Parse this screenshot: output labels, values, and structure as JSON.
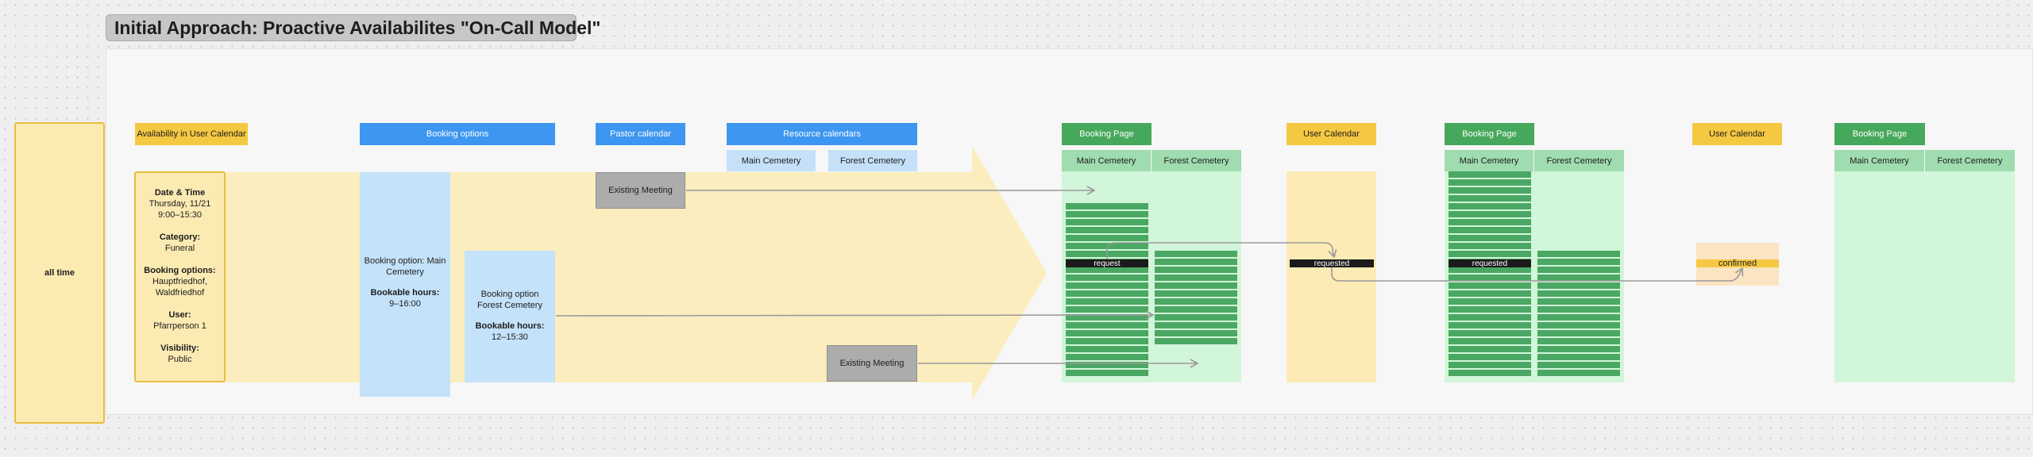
{
  "title": "Initial Approach: Proactive Availabilites \"On-Call Model\"",
  "left_label": "all time",
  "headers": {
    "availability": "Availability in User Calendar",
    "booking_options": "Booking options",
    "pastor_calendar": "Pastor calendar",
    "resource_calendars": "Resource calendars",
    "booking_page_1": "Booking Page",
    "user_calendar_1": "User Calendar",
    "booking_page_2": "Booking Page",
    "user_calendar_2": "User Calendar",
    "booking_page_3": "Booking Page"
  },
  "resource_columns": {
    "main": "Main Cemetery",
    "forest": "Forest Cemetery"
  },
  "details": {
    "datetime_label": "Date & Time",
    "datetime_value1": "Thursday, 11/21",
    "datetime_value2": "9:00–15:30",
    "category_label": "Category:",
    "category_value": "Funeral",
    "options_label": "Booking options:",
    "options_value1": "Hauptfriedhof,",
    "options_value2": "Waldfriedhof",
    "user_label": "User:",
    "user_value": "Pfarrperson 1",
    "visibility_label": "Visibility:",
    "visibility_value": "Public"
  },
  "booking_option_main": {
    "name1": "Booking option: Main",
    "name2": "Cemetery",
    "hours_label": "Bookable hours:",
    "hours_value": "9–16:00"
  },
  "booking_option_forest": {
    "name1": "Booking option",
    "name2": "Forest Cemetery",
    "hours_label": "Bookable hours:",
    "hours_value": "12–15:30"
  },
  "existing_meeting_1": "Existing Meeting",
  "existing_meeting_2": "Existing Meeting",
  "status": {
    "request": "request",
    "requested_1": "requested",
    "requested_2": "requested",
    "confirmed": "confirmed"
  },
  "colors": {
    "yellow": "#f5c842",
    "blue": "#3d96f0",
    "green": "#46a85b",
    "light_blue": "#c5e1f9",
    "light_green": "#d2f6d9"
  }
}
